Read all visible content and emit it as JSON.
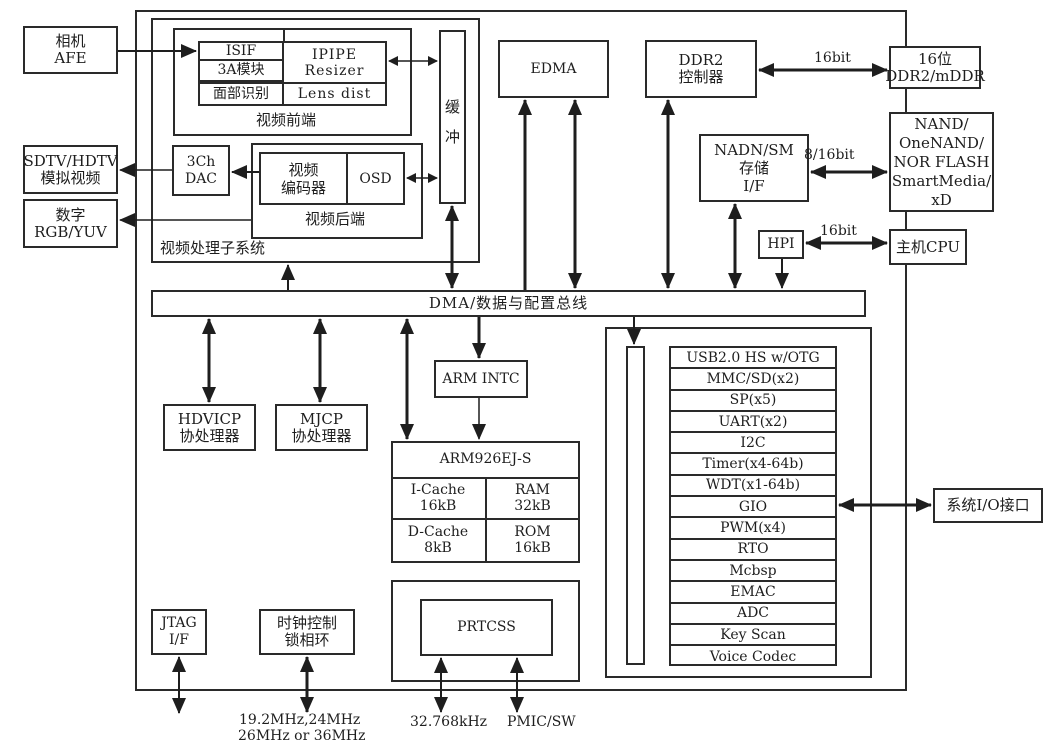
{
  "external": {
    "camera_afe": [
      "相机",
      "AFE"
    ],
    "sdtv_hdtv": [
      "SDTV/HDTV",
      "模拟视频"
    ],
    "digital_rgb": [
      "数字",
      "RGB/YUV"
    ],
    "ddr_mem": [
      "16位",
      "DDR2/mDDR"
    ],
    "nand": [
      "NAND/",
      "OneNAND/",
      "NOR FLASH",
      "SmartMedia/",
      "xD"
    ],
    "host_cpu": "主机CPU",
    "sys_io": "系统I/O接口"
  },
  "video_subsystem": {
    "title": "视频处理子系统",
    "front_end": {
      "title": "视频前端",
      "isif": "ISIF",
      "a3": "3A模块",
      "face": "面部识别",
      "ipipe": [
        "IPIPE",
        "Resizer"
      ],
      "lens": "Lens dist"
    },
    "buffer": [
      "缓",
      "冲"
    ],
    "dac": [
      "3Ch",
      "DAC"
    ],
    "back_end": {
      "title": "视频后端",
      "encoder": [
        "视频",
        "编码器"
      ],
      "osd": "OSD"
    }
  },
  "blocks": {
    "edma": "EDMA",
    "ddr2_ctrl": [
      "DDR2",
      "控制器"
    ],
    "nand_if": [
      "NADN/SM",
      "存储",
      "I/F"
    ],
    "hpi": "HPI",
    "bus": "DMA/数据与配置总线",
    "hdvicp": [
      "HDVICP",
      "协处理器"
    ],
    "mjcp": [
      "MJCP",
      "协处理器"
    ],
    "arm_intc": "ARM INTC",
    "arm": {
      "title": "ARM926EJ-S",
      "icache": [
        "I-Cache",
        "16kB"
      ],
      "ram": [
        "RAM",
        "32kB"
      ],
      "dcache": [
        "D-Cache",
        "8kB"
      ],
      "rom": [
        "ROM",
        "16kB"
      ]
    },
    "jtag": [
      "JTAG",
      "I/F"
    ],
    "clock": [
      "时钟控制",
      "锁相环"
    ],
    "prtcss": "PRTCSS"
  },
  "bus_labels": {
    "ddr_width": "16bit",
    "nand_width": "8/16bit",
    "hpi_width": "16bit"
  },
  "peripherals": [
    "USB2.0 HS w/OTG",
    "MMC/SD(x2)",
    "SP(x5)",
    "UART(x2)",
    "I2C",
    "Timer(x4-64b)",
    "WDT(x1-64b)",
    "GIO",
    "PWM(x4)",
    "RTO",
    "Mcbsp",
    "EMAC",
    "ADC",
    "Key Scan",
    "Voice Codec"
  ],
  "bottom_labels": {
    "clock_freq": [
      "19.2MHz,24MHz",
      "26MHz or 36MHz"
    ],
    "rtc_freq": "32.768kHz",
    "pmic": "PMIC/SW"
  }
}
